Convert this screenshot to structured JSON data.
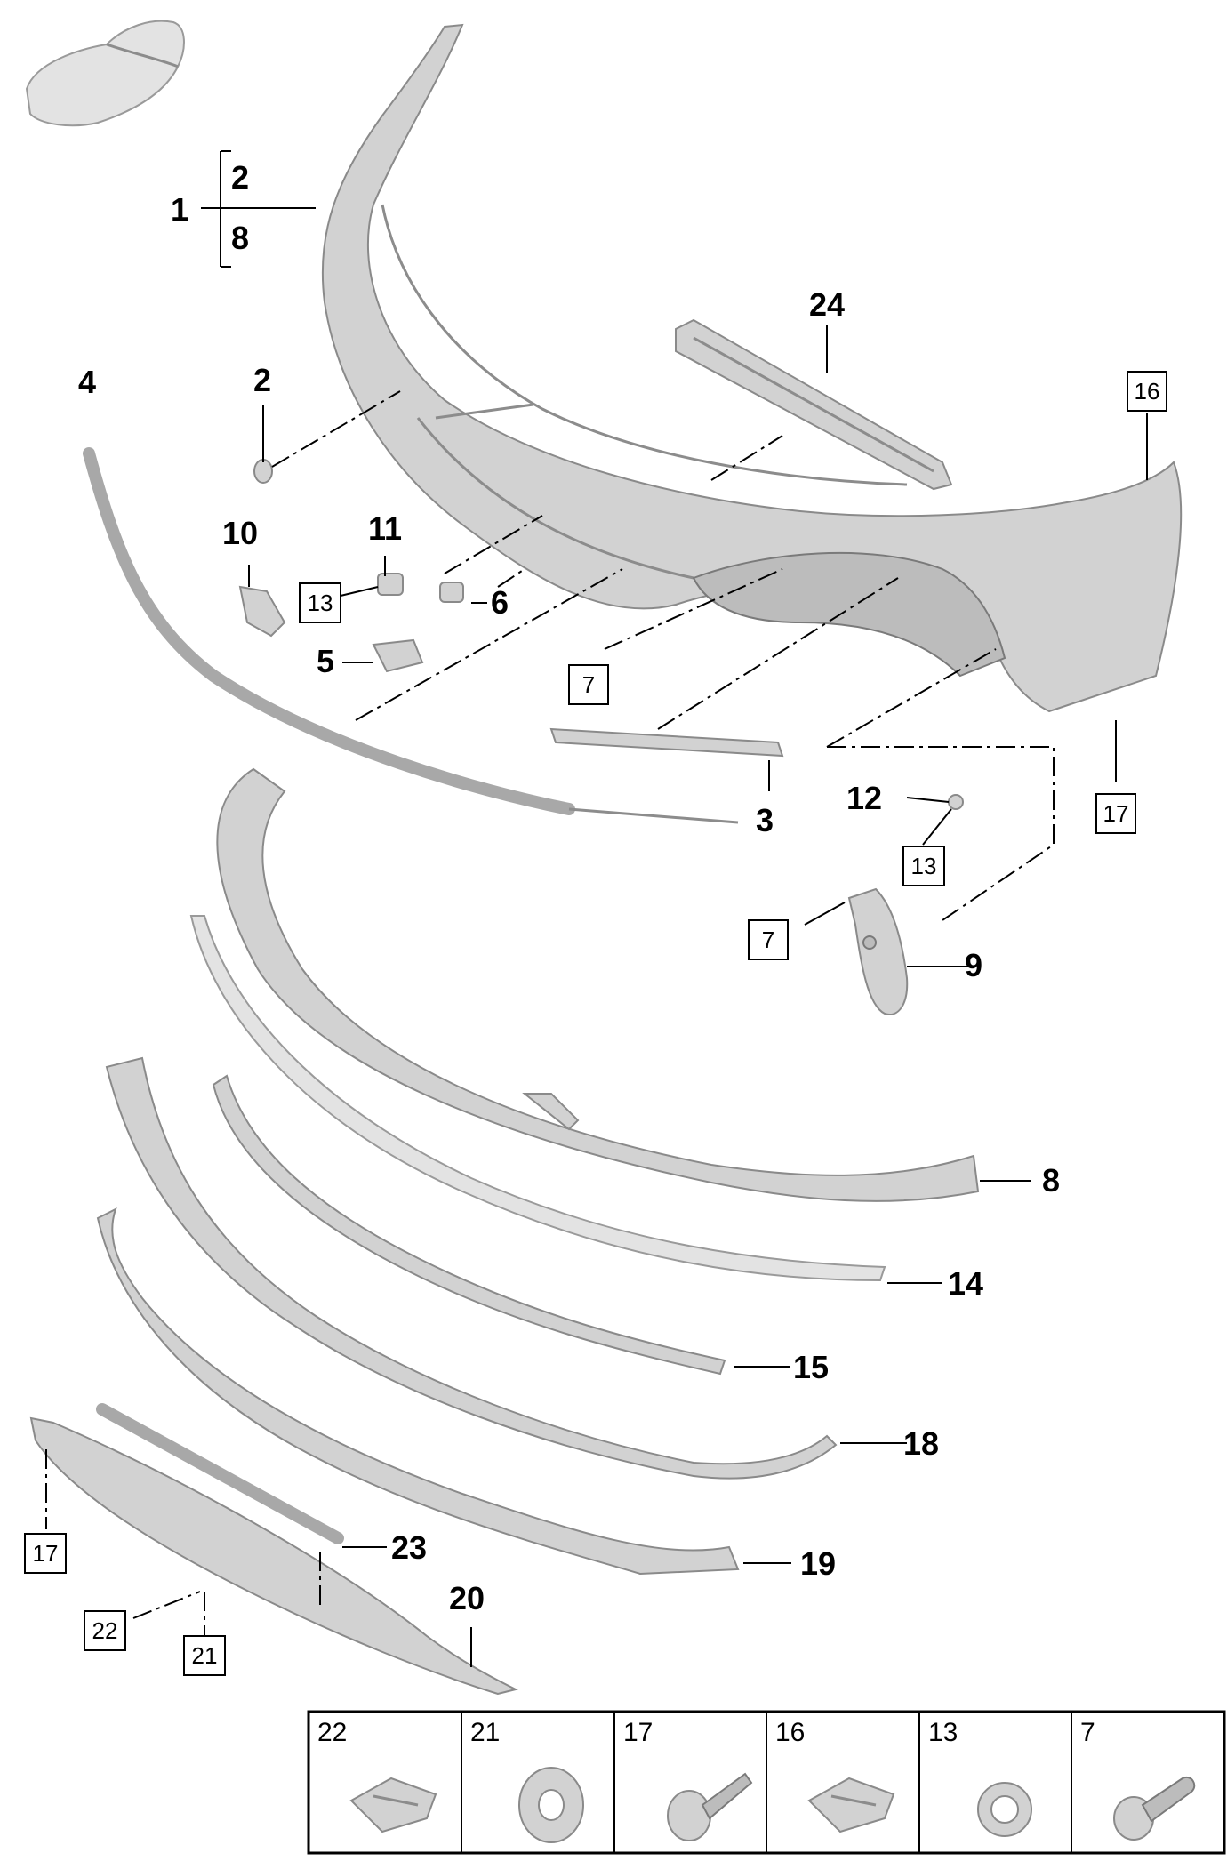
{
  "callouts": {
    "c1": "1",
    "c2a": "2",
    "c8a": "8",
    "c2b": "2",
    "c4": "4",
    "c24": "24",
    "c10": "10",
    "c11": "11",
    "c6": "6",
    "c5": "5",
    "c3": "3",
    "c12": "12",
    "c9": "9",
    "c8b": "8",
    "c14": "14",
    "c15": "15",
    "c18": "18",
    "c19": "19",
    "c23": "23",
    "c20": "20"
  },
  "boxes": {
    "b16": "16",
    "b13a": "13",
    "b7a": "7",
    "b17a": "17",
    "b13b": "13",
    "b7b": "7",
    "b17b": "17",
    "b22": "22",
    "b21": "21"
  },
  "legend": [
    {
      "label": "22",
      "icon": "clip-icon"
    },
    {
      "label": "21",
      "icon": "retaining-washer-icon"
    },
    {
      "label": "17",
      "icon": "expanding-rivet-icon"
    },
    {
      "label": "16",
      "icon": "clip-icon"
    },
    {
      "label": "13",
      "icon": "nut-icon"
    },
    {
      "label": "7",
      "icon": "screw-icon"
    }
  ]
}
